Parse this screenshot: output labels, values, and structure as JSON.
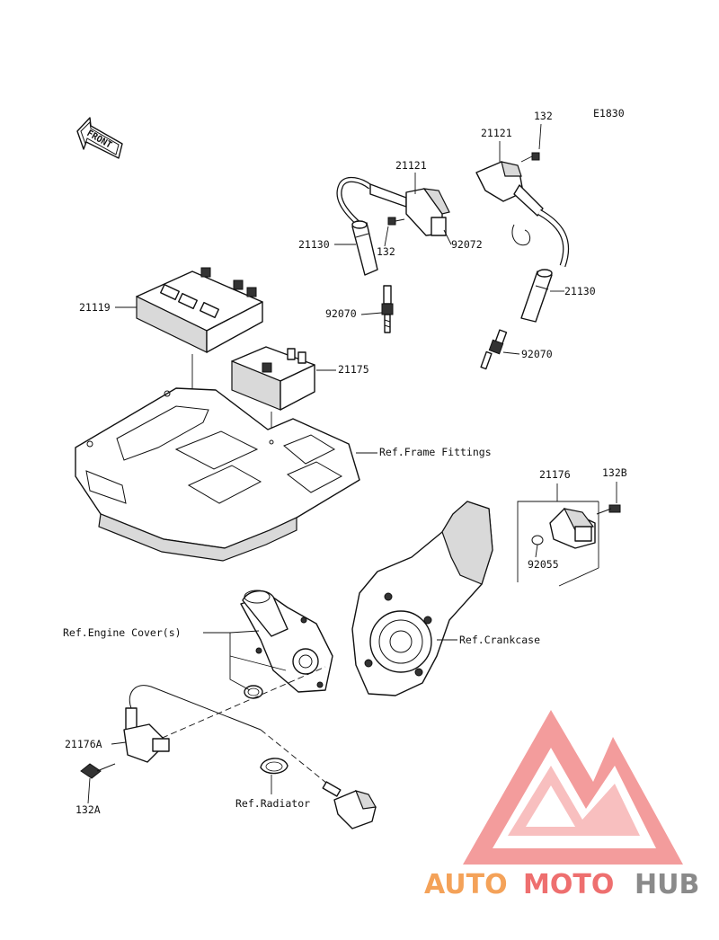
{
  "diagram_code": "E1830",
  "front_label": "FRONT",
  "parts": {
    "p21121_left": "21121",
    "p21121_right": "21121",
    "p132_top": "132",
    "p132_mid": "132",
    "p21130_left": "21130",
    "p21130_right": "21130",
    "p92072": "92072",
    "p92070_left": "92070",
    "p92070_right": "92070",
    "p21119": "21119",
    "p21175": "21175",
    "p21176": "21176",
    "p132B": "132B",
    "p92055": "92055",
    "p21176A": "21176A",
    "p132A": "132A"
  },
  "references": {
    "frame_fittings": "Ref.Frame Fittings",
    "engine_cover": "Ref.Engine Cover(s)",
    "crankcase": "Ref.Crankcase",
    "radiator": "Ref.Radiator"
  },
  "watermark": {
    "word_auto": "AUTO",
    "word_moto": "MOTO",
    "word_hub": "HUB",
    "color_orange": "#f4a259",
    "color_red": "#ee6f6f",
    "color_grey": "#8a8a8a"
  }
}
